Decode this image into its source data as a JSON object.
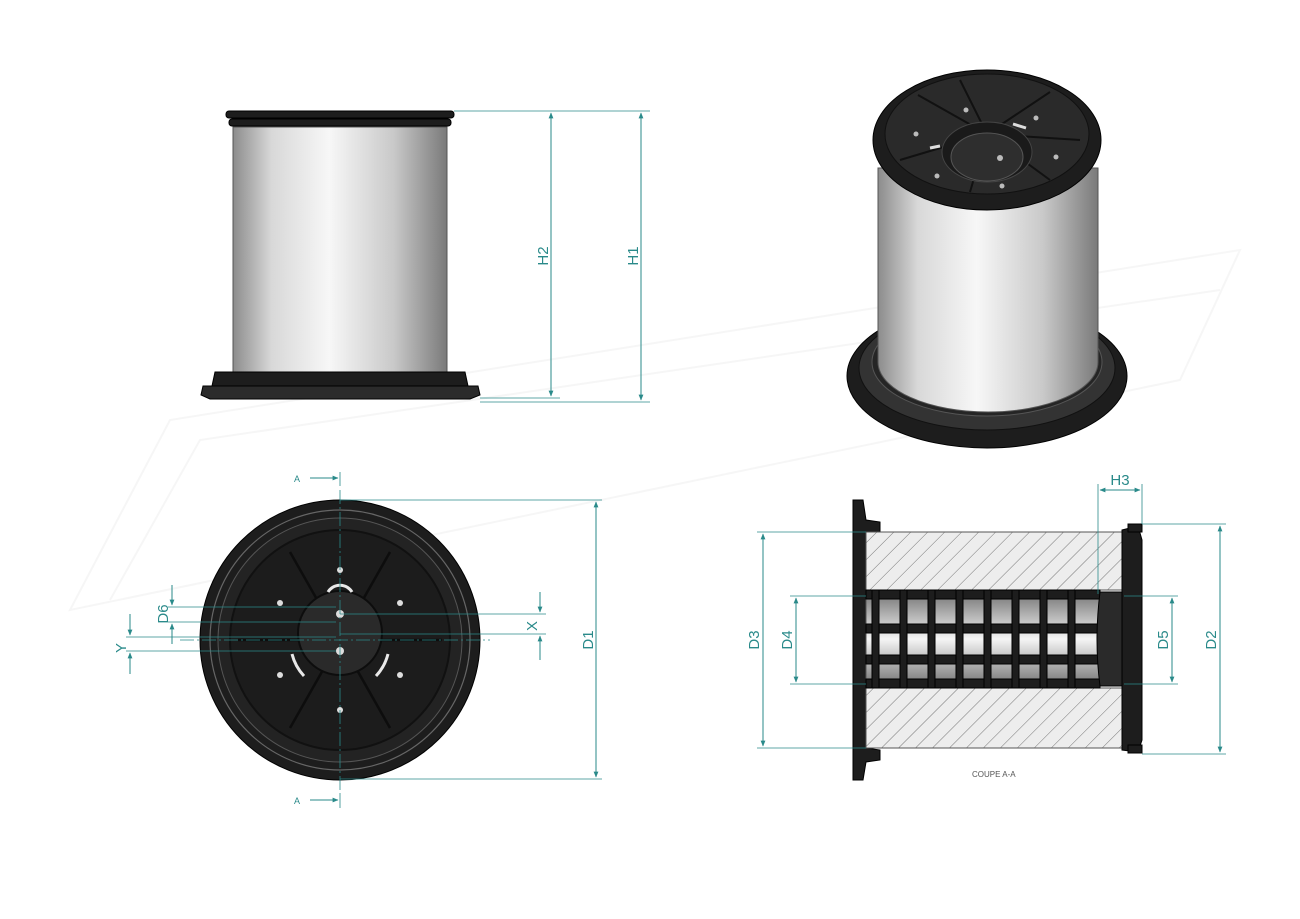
{
  "dimensions": {
    "h1": "H1",
    "h2": "H2",
    "h3": "H3",
    "d1": "D1",
    "d2": "D2",
    "d3": "D3",
    "d4": "D4",
    "d5": "D5",
    "d6": "D6",
    "x": "X",
    "y": "Y"
  },
  "section": {
    "marker_top": "A",
    "marker_bottom": "A",
    "caption": "COUPE A-A"
  },
  "colors": {
    "dimension_line": "#2a8a8a",
    "rubber": "#1d1d1d",
    "media_light": "#f2f2f2",
    "media_dark": "#8a8a8a"
  }
}
